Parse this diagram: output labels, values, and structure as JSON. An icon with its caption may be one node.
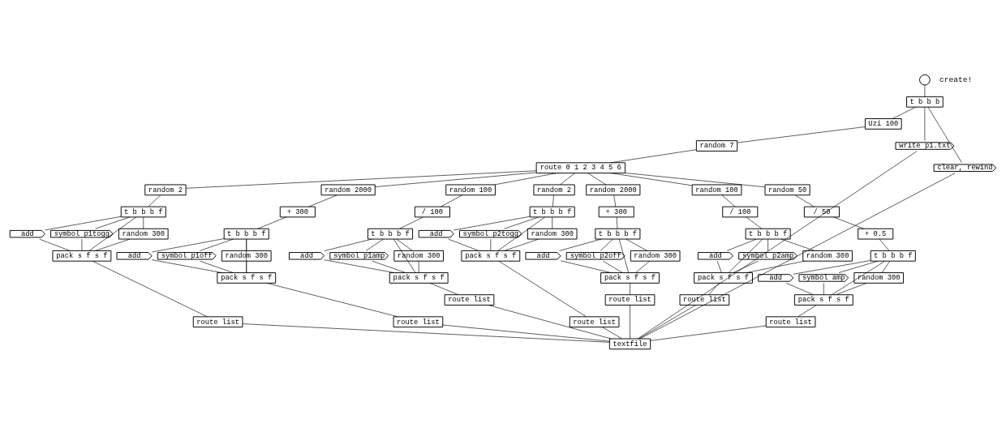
{
  "diagram": {
    "nodes": [
      {
        "text": [],
        "shape": "circle",
        "beside": [
          "create!"
        ]
      },
      {
        "text": [
          "t b b b"
        ]
      },
      {
        "text": [
          "Uzi 100"
        ]
      },
      {
        "text": [
          "random 7"
        ]
      },
      {
        "text": [
          "route 0 1 2 3 4 5 6"
        ]
      },
      {
        "text": [
          "random 2"
        ]
      },
      {
        "text": [
          "t b b b f"
        ]
      },
      {
        "text": [
          "add"
        ]
      },
      {
        "text": [
          "symbol p1togg"
        ]
      },
      {
        "text": [
          "random 300"
        ]
      },
      {
        "text": [
          "pack s f s f"
        ]
      },
      {
        "text": [
          "route list"
        ]
      },
      {
        "text": [
          "random 2000"
        ]
      },
      {
        "text": [
          "+ 300"
        ]
      },
      {
        "text": [
          "t b b b f"
        ]
      },
      {
        "text": [
          "add"
        ]
      },
      {
        "text": [
          "symbol p1off"
        ]
      },
      {
        "text": [
          "random 300"
        ]
      },
      {
        "text": [
          "pack s f s f"
        ]
      },
      {
        "text": [
          "route list"
        ]
      },
      {
        "text": [
          "random 100"
        ]
      },
      {
        "text": [
          "/ 100"
        ]
      },
      {
        "text": [
          "t b b b f"
        ]
      },
      {
        "text": [
          "add"
        ]
      },
      {
        "text": [
          "symbol p1amp"
        ]
      },
      {
        "text": [
          "random 300"
        ]
      },
      {
        "text": [
          "pack s f s f"
        ]
      },
      {
        "text": [
          "route list"
        ]
      },
      {
        "text": [
          "random 2"
        ]
      },
      {
        "text": [
          "t b b b f"
        ]
      },
      {
        "text": [
          "add"
        ]
      },
      {
        "text": [
          "symbol p2togg"
        ]
      },
      {
        "text": [
          "random 300"
        ]
      },
      {
        "text": [
          "pack s f s f"
        ]
      },
      {
        "text": [
          "route list"
        ]
      },
      {
        "text": [
          "random 2000"
        ]
      },
      {
        "text": [
          "+ 300"
        ]
      },
      {
        "text": [
          "t b b b f"
        ]
      },
      {
        "text": [
          "add"
        ]
      },
      {
        "text": [
          "symbol p2off"
        ]
      },
      {
        "text": [
          "random 300"
        ]
      },
      {
        "text": [
          "pack s f s f"
        ]
      },
      {
        "text": [
          "route list"
        ]
      },
      {
        "text": [
          "random 100"
        ]
      },
      {
        "text": [
          "/ 100"
        ]
      },
      {
        "text": [
          "t b b b f"
        ]
      },
      {
        "text": [
          "add"
        ]
      },
      {
        "text": [
          "symbol p2amp"
        ]
      },
      {
        "text": [
          "random 300"
        ]
      },
      {
        "text": [
          "pack s f s f"
        ]
      },
      {
        "text": [
          "route list"
        ]
      },
      {
        "text": [
          "random 50"
        ]
      },
      {
        "text": [
          "/ 50"
        ]
      },
      {
        "text": [
          "+ 0.5"
        ]
      },
      {
        "text": [
          "t b b b f"
        ]
      },
      {
        "text": [
          "add"
        ]
      },
      {
        "text": [
          "symbol amp"
        ]
      },
      {
        "text": [
          "random 300"
        ]
      },
      {
        "text": [
          "pack s f s f"
        ]
      },
      {
        "text": [
          "route list"
        ]
      },
      {
        "text": [
          "write p1.txt"
        ]
      },
      {
        "text": [
          "clear, rewind"
        ]
      },
      {
        "text": [
          "textfile"
        ]
      }
    ],
    "edges": [
      {
        "from": 0,
        "to": 1,
        "arrow": "none"
      },
      {
        "from": 1,
        "to": 60,
        "arrow": "none"
      },
      {
        "from": 1,
        "to": 2,
        "arrow": "none"
      },
      {
        "from": 1,
        "to": 61,
        "arrow": "none"
      },
      {
        "from": 2,
        "to": 3,
        "arrow": "none"
      },
      {
        "from": 3,
        "to": 4,
        "arrow": "none"
      },
      {
        "from": 4,
        "to": 5,
        "arrow": "none"
      },
      {
        "from": 4,
        "to": 12,
        "arrow": "none"
      },
      {
        "from": 4,
        "to": 20,
        "arrow": "none"
      },
      {
        "from": 4,
        "to": 28,
        "arrow": "none"
      },
      {
        "from": 4,
        "to": 35,
        "arrow": "none"
      },
      {
        "from": 4,
        "to": 43,
        "arrow": "none"
      },
      {
        "from": 4,
        "to": 51,
        "arrow": "none"
      },
      {
        "from": 5,
        "to": 6,
        "arrow": "none"
      },
      {
        "from": 6,
        "to": 7,
        "arrow": "none"
      },
      {
        "from": 6,
        "to": 9,
        "arrow": "none"
      },
      {
        "from": 6,
        "to": 8,
        "arrow": "none"
      },
      {
        "from": 6,
        "to": 10,
        "arrow": "none"
      },
      {
        "from": 7,
        "to": 10,
        "arrow": "none"
      },
      {
        "from": 9,
        "to": 10,
        "arrow": "none"
      },
      {
        "from": 8,
        "to": 10,
        "arrow": "none"
      },
      {
        "from": 10,
        "to": 11,
        "arrow": "none"
      },
      {
        "from": 11,
        "to": 62,
        "arrow": "none"
      },
      {
        "from": 12,
        "to": 13,
        "arrow": "none"
      },
      {
        "from": 13,
        "to": 14,
        "arrow": "none"
      },
      {
        "from": 14,
        "to": 15,
        "arrow": "none"
      },
      {
        "from": 14,
        "to": 17,
        "arrow": "none"
      },
      {
        "from": 14,
        "to": 16,
        "arrow": "none"
      },
      {
        "from": 14,
        "to": 18,
        "arrow": "none"
      },
      {
        "from": 15,
        "to": 18,
        "arrow": "none"
      },
      {
        "from": 17,
        "to": 18,
        "arrow": "none"
      },
      {
        "from": 16,
        "to": 18,
        "arrow": "none"
      },
      {
        "from": 18,
        "to": 19,
        "arrow": "none"
      },
      {
        "from": 19,
        "to": 62,
        "arrow": "none"
      },
      {
        "from": 20,
        "to": 21,
        "arrow": "none"
      },
      {
        "from": 21,
        "to": 22,
        "arrow": "none"
      },
      {
        "from": 22,
        "to": 23,
        "arrow": "none"
      },
      {
        "from": 22,
        "to": 25,
        "arrow": "none"
      },
      {
        "from": 22,
        "to": 24,
        "arrow": "none"
      },
      {
        "from": 22,
        "to": 26,
        "arrow": "none"
      },
      {
        "from": 23,
        "to": 26,
        "arrow": "none"
      },
      {
        "from": 25,
        "to": 26,
        "arrow": "none"
      },
      {
        "from": 24,
        "to": 26,
        "arrow": "none"
      },
      {
        "from": 26,
        "to": 27,
        "arrow": "none"
      },
      {
        "from": 27,
        "to": 62,
        "arrow": "none"
      },
      {
        "from": 28,
        "to": 29,
        "arrow": "none"
      },
      {
        "from": 29,
        "to": 30,
        "arrow": "none"
      },
      {
        "from": 29,
        "to": 32,
        "arrow": "none"
      },
      {
        "from": 29,
        "to": 31,
        "arrow": "none"
      },
      {
        "from": 29,
        "to": 33,
        "arrow": "none"
      },
      {
        "from": 30,
        "to": 33,
        "arrow": "none"
      },
      {
        "from": 32,
        "to": 33,
        "arrow": "none"
      },
      {
        "from": 31,
        "to": 33,
        "arrow": "none"
      },
      {
        "from": 33,
        "to": 34,
        "arrow": "none"
      },
      {
        "from": 34,
        "to": 62,
        "arrow": "none"
      },
      {
        "from": 35,
        "to": 36,
        "arrow": "none"
      },
      {
        "from": 36,
        "to": 37,
        "arrow": "none"
      },
      {
        "from": 37,
        "to": 38,
        "arrow": "none"
      },
      {
        "from": 37,
        "to": 40,
        "arrow": "none"
      },
      {
        "from": 37,
        "to": 39,
        "arrow": "none"
      },
      {
        "from": 37,
        "to": 41,
        "arrow": "none"
      },
      {
        "from": 38,
        "to": 41,
        "arrow": "none"
      },
      {
        "from": 40,
        "to": 41,
        "arrow": "none"
      },
      {
        "from": 39,
        "to": 41,
        "arrow": "none"
      },
      {
        "from": 41,
        "to": 42,
        "arrow": "none"
      },
      {
        "from": 42,
        "to": 62,
        "arrow": "none"
      },
      {
        "from": 43,
        "to": 44,
        "arrow": "none"
      },
      {
        "from": 44,
        "to": 45,
        "arrow": "none"
      },
      {
        "from": 45,
        "to": 46,
        "arrow": "none"
      },
      {
        "from": 45,
        "to": 48,
        "arrow": "none"
      },
      {
        "from": 45,
        "to": 47,
        "arrow": "none"
      },
      {
        "from": 45,
        "to": 49,
        "arrow": "none"
      },
      {
        "from": 46,
        "to": 49,
        "arrow": "none"
      },
      {
        "from": 48,
        "to": 49,
        "arrow": "none"
      },
      {
        "from": 47,
        "to": 49,
        "arrow": "none"
      },
      {
        "from": 49,
        "to": 50,
        "arrow": "none"
      },
      {
        "from": 50,
        "to": 62,
        "arrow": "none"
      },
      {
        "from": 51,
        "to": 52,
        "arrow": "none"
      },
      {
        "from": 52,
        "to": 53,
        "arrow": "none"
      },
      {
        "from": 53,
        "to": 54,
        "arrow": "none"
      },
      {
        "from": 54,
        "to": 55,
        "arrow": "none"
      },
      {
        "from": 54,
        "to": 57,
        "arrow": "none"
      },
      {
        "from": 54,
        "to": 56,
        "arrow": "none"
      },
      {
        "from": 54,
        "to": 58,
        "arrow": "none"
      },
      {
        "from": 55,
        "to": 58,
        "arrow": "none"
      },
      {
        "from": 57,
        "to": 58,
        "arrow": "none"
      },
      {
        "from": 56,
        "to": 58,
        "arrow": "none"
      },
      {
        "from": 58,
        "to": 59,
        "arrow": "none"
      },
      {
        "from": 59,
        "to": 62,
        "arrow": "none"
      },
      {
        "from": 60,
        "to": 62,
        "arrow": "none"
      },
      {
        "from": 61,
        "to": 62,
        "arrow": "none"
      }
    ]
  }
}
